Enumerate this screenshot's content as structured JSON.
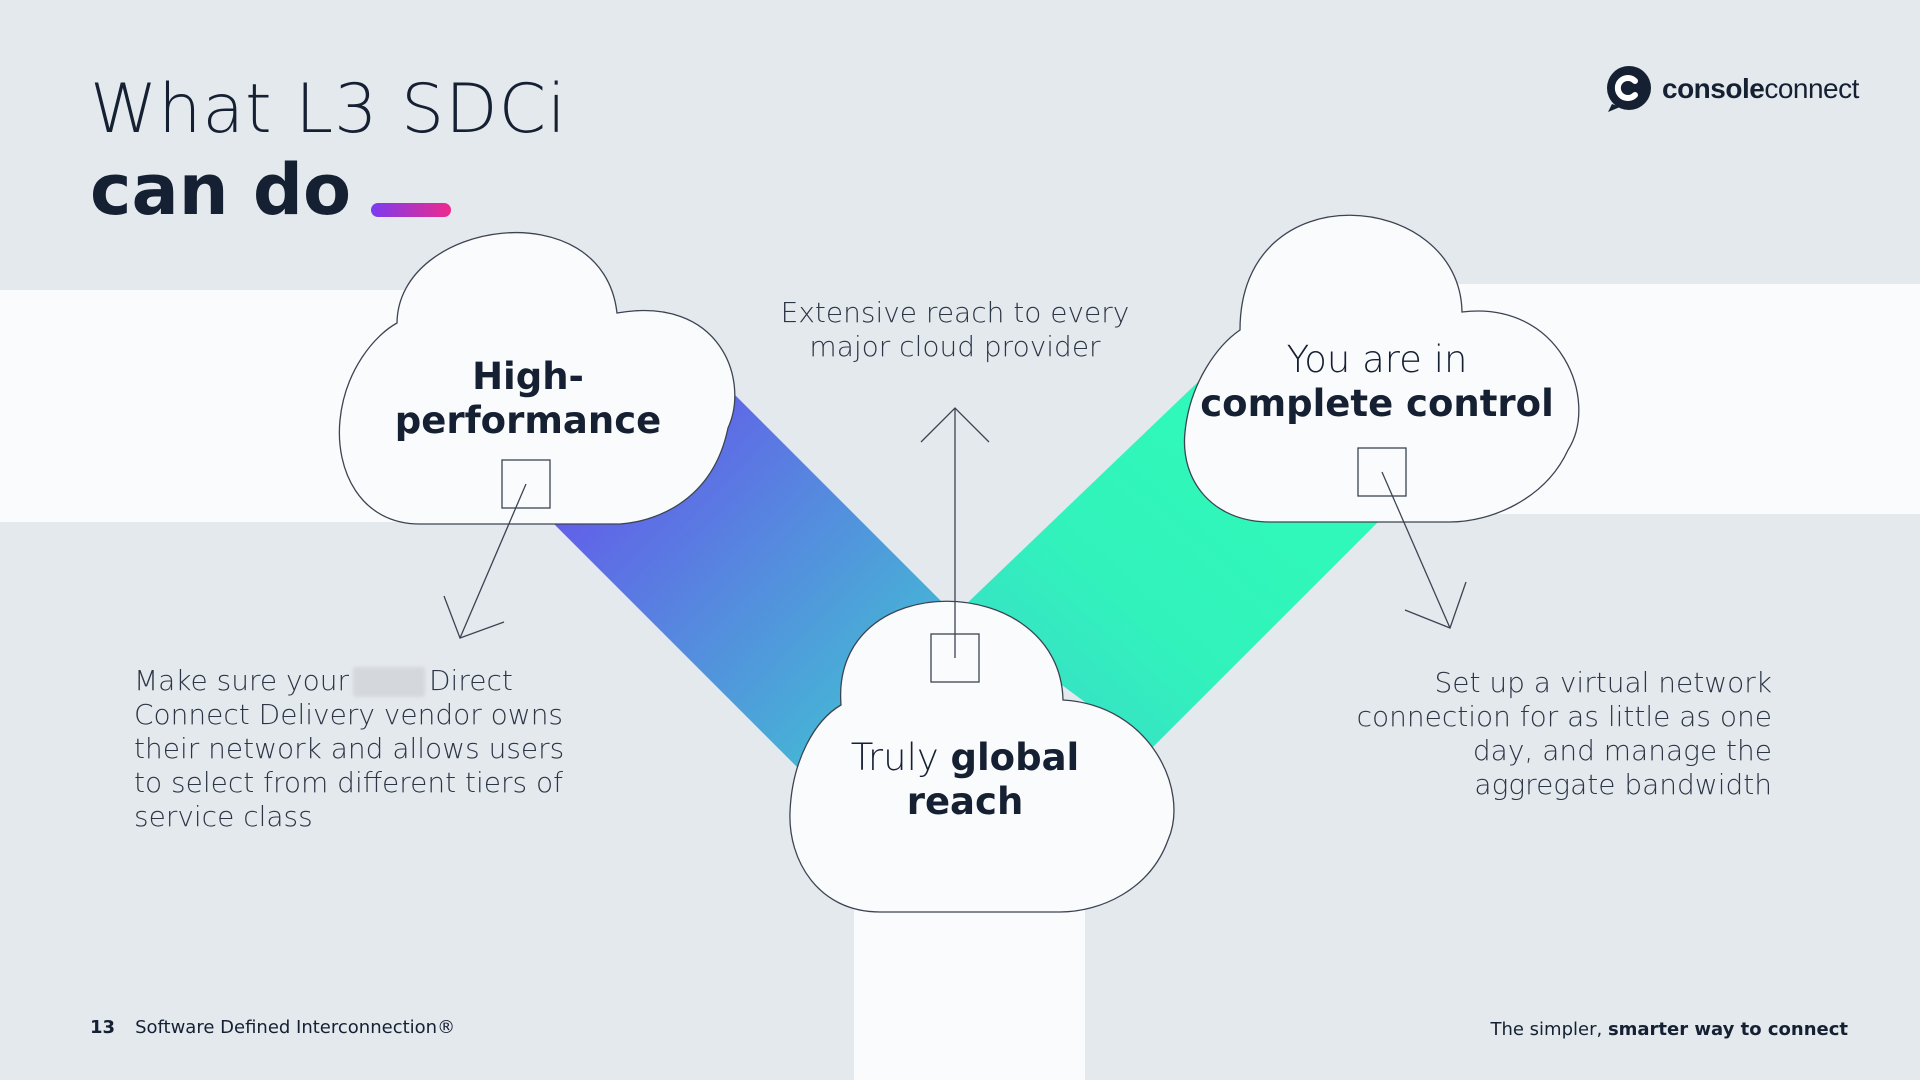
{
  "slide": {
    "title_line1": "What L3 SDCi",
    "title_line2": "can do",
    "logo": {
      "bold": "console",
      "light": "connect",
      "icon": "console-connect-logo-icon"
    },
    "clouds": {
      "high": {
        "line1": "High-",
        "line2": "performance"
      },
      "control": {
        "line1": "You are in",
        "line2": "complete control"
      },
      "global": {
        "prefix": "Truly ",
        "bold": "global",
        "line2": "reach"
      }
    },
    "descriptions": {
      "top": "Extensive reach to every major cloud provider",
      "left_before": "Make sure your",
      "left_after": "Direct Connect Delivery vendor owns their network and allows users to select from different tiers of service class",
      "right": "Set up a virtual network connection for as little as one day, and manage the aggregate bandwidth"
    },
    "footer": {
      "page_number": "13",
      "section": "Software Defined Interconnection®",
      "tagline_light": "The simpler,",
      "tagline_bold": "smarter way to connect"
    },
    "colors": {
      "background": "#e4e9ee",
      "band": "#fafbfc",
      "navy": "#152033",
      "purple": "#6b3ff0",
      "teal": "#3ccfd0",
      "green": "#2dfdb8",
      "accent_pink": "#ee2a8c"
    }
  }
}
